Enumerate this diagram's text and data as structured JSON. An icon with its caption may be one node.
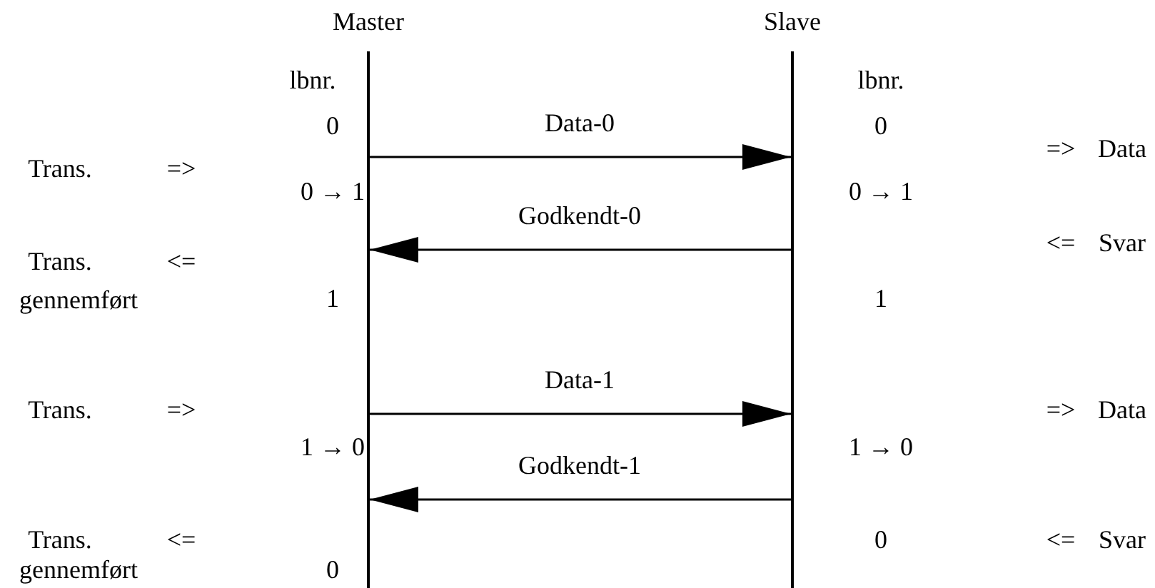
{
  "diagram": {
    "nodes": [
      {
        "text": [
          "Master"
        ]
      },
      {
        "text": [
          "Slave"
        ]
      }
    ],
    "edges": [
      {
        "from": 0,
        "to": 1,
        "arrow": "to",
        "label": "Data-0"
      },
      {
        "from": 1,
        "to": 0,
        "arrow": "to",
        "label": "Godkendt-0"
      },
      {
        "from": 0,
        "to": 1,
        "arrow": "to",
        "label": "Data-1"
      },
      {
        "from": 1,
        "to": 0,
        "arrow": "to",
        "label": "Godkendt-1"
      }
    ],
    "labels": [
      "lbnr.",
      "lbnr.",
      "0",
      "0",
      "=>",
      "Data",
      "Trans.",
      "=>",
      "0 → 1",
      "0 → 1",
      "Trans.",
      "<=",
      "<=",
      "Svar",
      "gennemført",
      "1",
      "1",
      "Trans.",
      "=>",
      "=>",
      "Data",
      "1 → 0",
      "1 → 0",
      "Trans.",
      "<=",
      "0",
      "<=",
      "Svar",
      "gennemført",
      "0"
    ]
  }
}
